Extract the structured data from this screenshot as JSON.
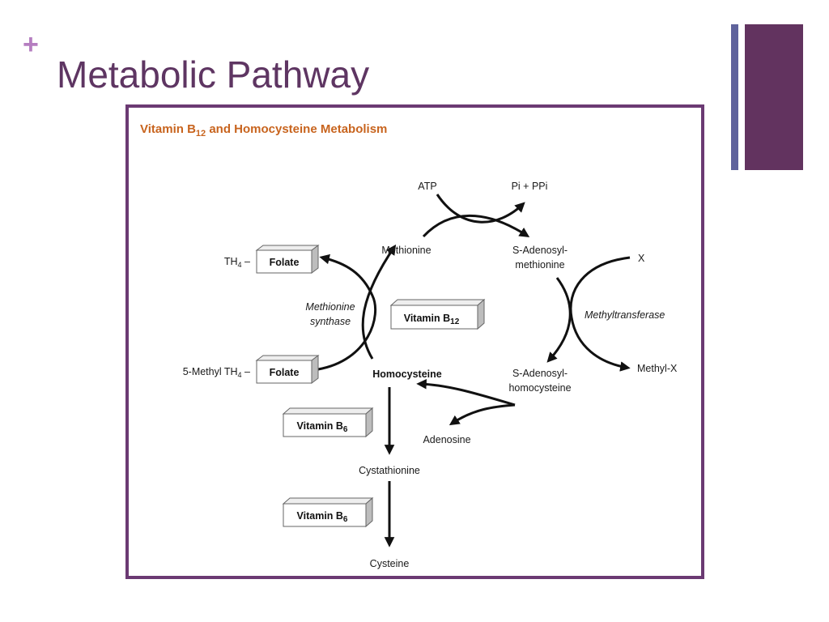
{
  "slide": {
    "plus": "+",
    "title": "Metabolic Pathway"
  },
  "diagram": {
    "title_pre": "Vitamin B",
    "title_sub": "12",
    "title_post": " and Homocysteine Metabolism",
    "atp": "ATP",
    "pi_ppi": "Pi + PPi",
    "methionine": "Methionine",
    "sam_line1": "S-Adenosyl-",
    "sam_line2": "methionine",
    "x": "X",
    "methyltransferase": "Methyltransferase",
    "methyl_x": "Methyl-X",
    "sah_line1": "S-Adenosyl-",
    "sah_line2": "homocysteine",
    "adenosine": "Adenosine",
    "homocysteine": "Homocysteine",
    "ms_line1": "Methionine",
    "ms_line2": "synthase",
    "th4_pre": "TH",
    "th4_sub": "4",
    "th4_post": " –",
    "mth4_pre": "5-Methyl TH",
    "mth4_sub": "4",
    "mth4_post": " –",
    "folate_top": "Folate",
    "folate_bottom": "Folate",
    "b12_pre": "Vitamin B",
    "b12_sub": "12",
    "b6a_pre": "Vitamin B",
    "b6a_sub": "6",
    "b6b_pre": "Vitamin B",
    "b6b_sub": "6",
    "cystathionine": "Cystathionine",
    "cysteine": "Cysteine"
  },
  "colors": {
    "accent": "#62335f",
    "frame": "#6b3a73",
    "diagram_title": "#c8641e",
    "plus": "#b57ec0"
  }
}
